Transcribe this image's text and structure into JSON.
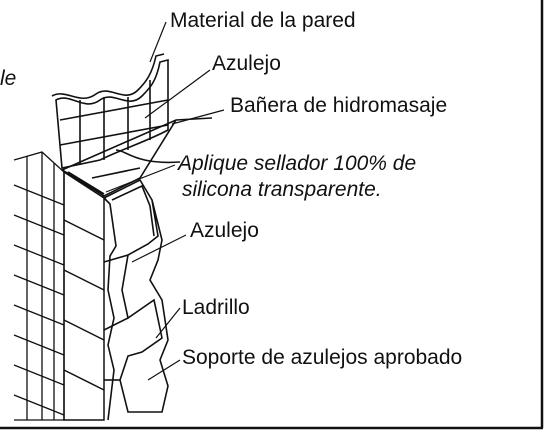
{
  "labels": {
    "wall_material": "Material de la pared",
    "tile_top": "Azulejo",
    "whirlpool_tub": "Bañera de hidromasaje",
    "sealant_line1": "Aplique sellador 100% de",
    "sealant_line2": "silicona transparente.",
    "tile_middle": "Azulejo",
    "brick": "Ladrillo",
    "tile_backer": "Soporte de azulejos aprobado",
    "cut_off_fragment": "le"
  },
  "colors": {
    "line": "#111111",
    "background": "#ffffff"
  }
}
